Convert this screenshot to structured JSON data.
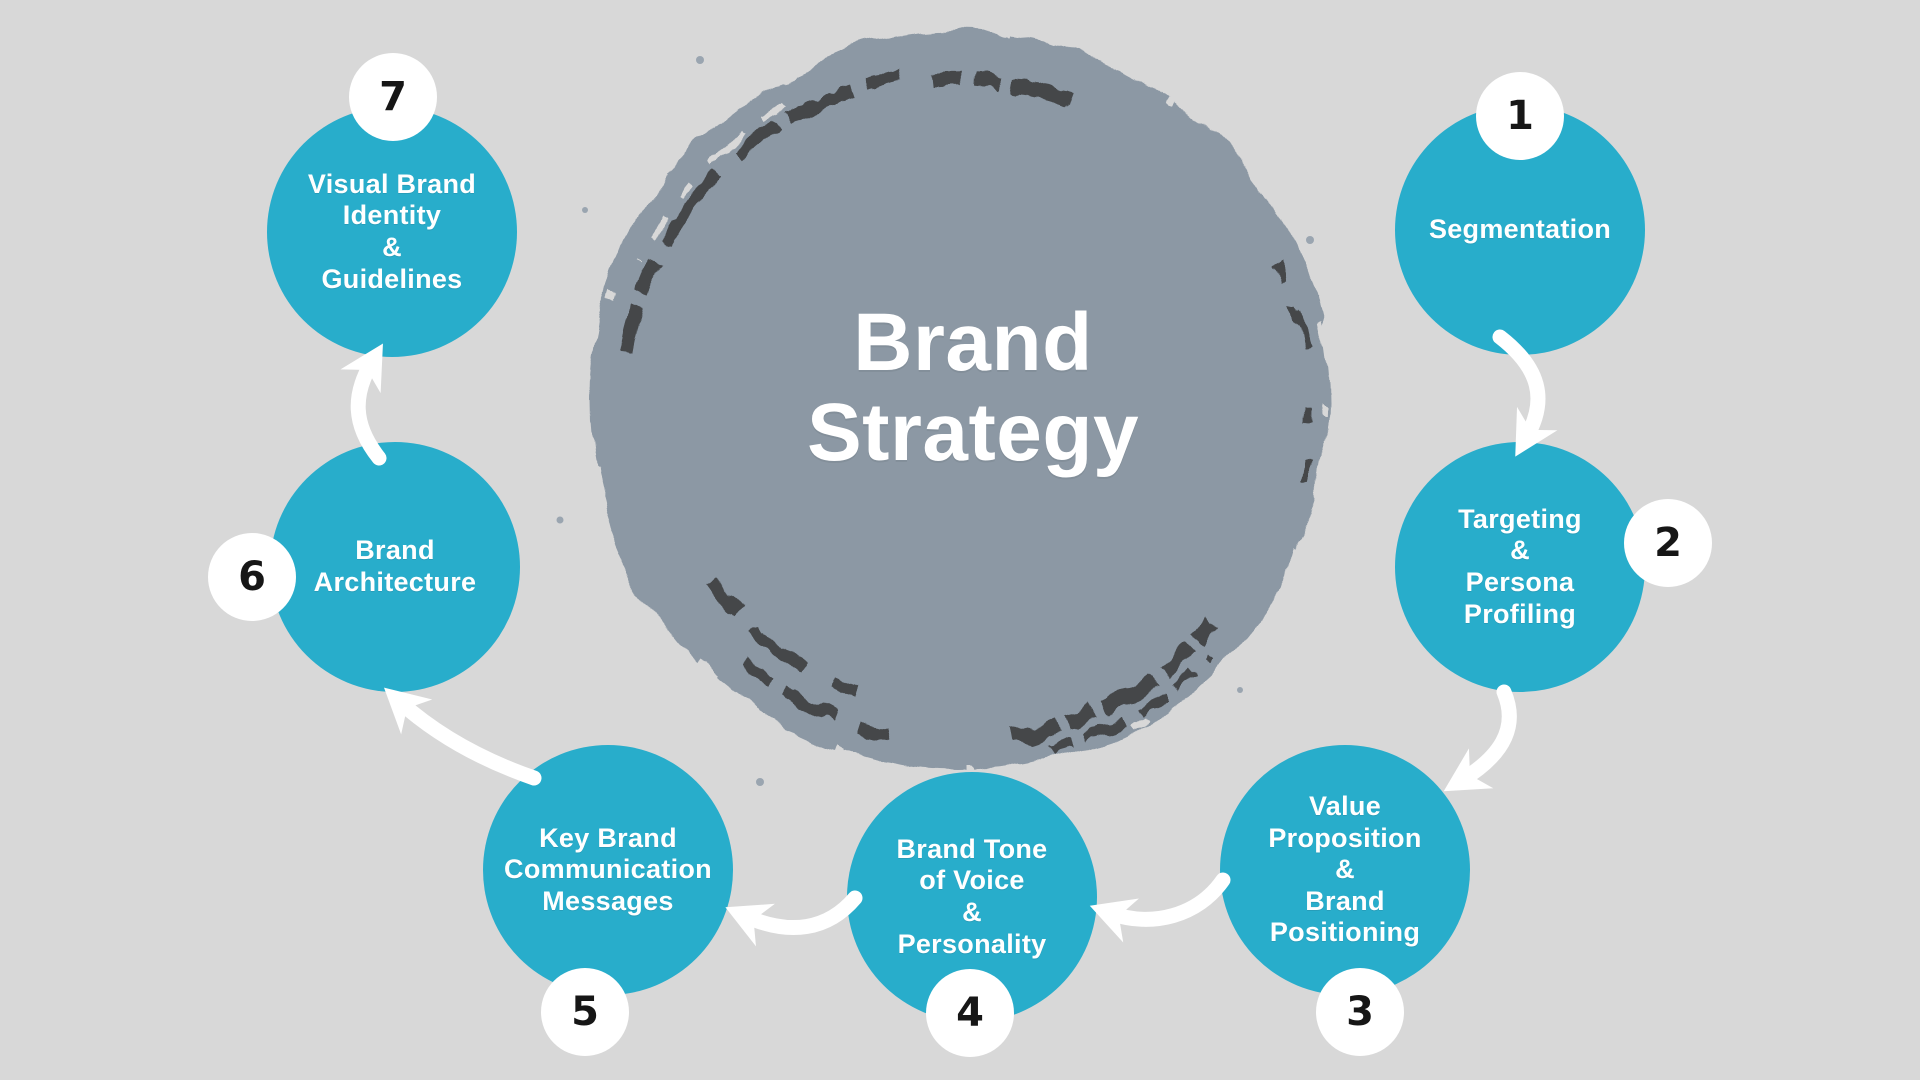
{
  "title": {
    "lines": [
      "Brand",
      "Strategy"
    ]
  },
  "colors": {
    "background": "#d8d8d8",
    "center_circle": "#8c98a4",
    "center_streaks": "#44474a",
    "step_circle": "#28adcb",
    "badge_background": "#ffffff",
    "badge_number": "#161616",
    "label_text": "#ffffff",
    "arrow": "#ffffff"
  },
  "steps": [
    {
      "number": "1",
      "lines": [
        "Segmentation"
      ]
    },
    {
      "number": "2",
      "lines": [
        "Targeting",
        "&",
        "Persona",
        "Profiling"
      ]
    },
    {
      "number": "3",
      "lines": [
        "Value",
        "Proposition",
        "&",
        "Brand",
        "Positioning"
      ]
    },
    {
      "number": "4",
      "lines": [
        "Brand Tone",
        "of Voice",
        "&",
        "Personality"
      ]
    },
    {
      "number": "5",
      "lines": [
        "Key Brand",
        "Communication",
        "Messages"
      ]
    },
    {
      "number": "6",
      "lines": [
        "Brand",
        "Architecture"
      ]
    },
    {
      "number": "7",
      "lines": [
        "Visual Brand",
        "Identity",
        "&",
        "Guidelines"
      ]
    }
  ],
  "arrows": [
    {
      "from": "1",
      "to": "2"
    },
    {
      "from": "2",
      "to": "3"
    },
    {
      "from": "3",
      "to": "4"
    },
    {
      "from": "4",
      "to": "5"
    },
    {
      "from": "5",
      "to": "6"
    },
    {
      "from": "6",
      "to": "7"
    }
  ]
}
